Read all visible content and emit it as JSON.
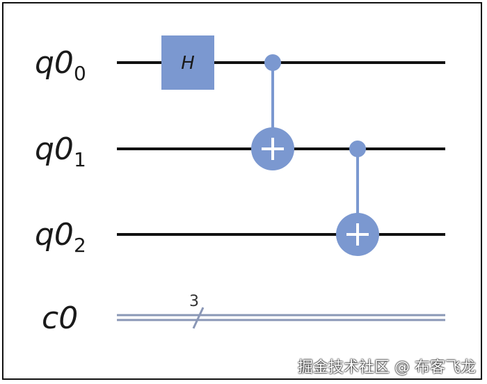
{
  "circuit": {
    "qubits": [
      {
        "label": "q0",
        "index": "0"
      },
      {
        "label": "q0",
        "index": "1"
      },
      {
        "label": "q0",
        "index": "2"
      }
    ],
    "classical": {
      "label": "c0",
      "bits": "3"
    },
    "gates": [
      {
        "type": "H",
        "target": 0
      },
      {
        "type": "CX",
        "control": 0,
        "target": 1
      },
      {
        "type": "CX",
        "control": 1,
        "target": 2
      }
    ]
  },
  "colors": {
    "gate_fill": "#7b98d0",
    "wire": "#111111",
    "classical_wire": "#8a97b6"
  },
  "watermark": "掘金技术社区 @ 布客飞龙"
}
